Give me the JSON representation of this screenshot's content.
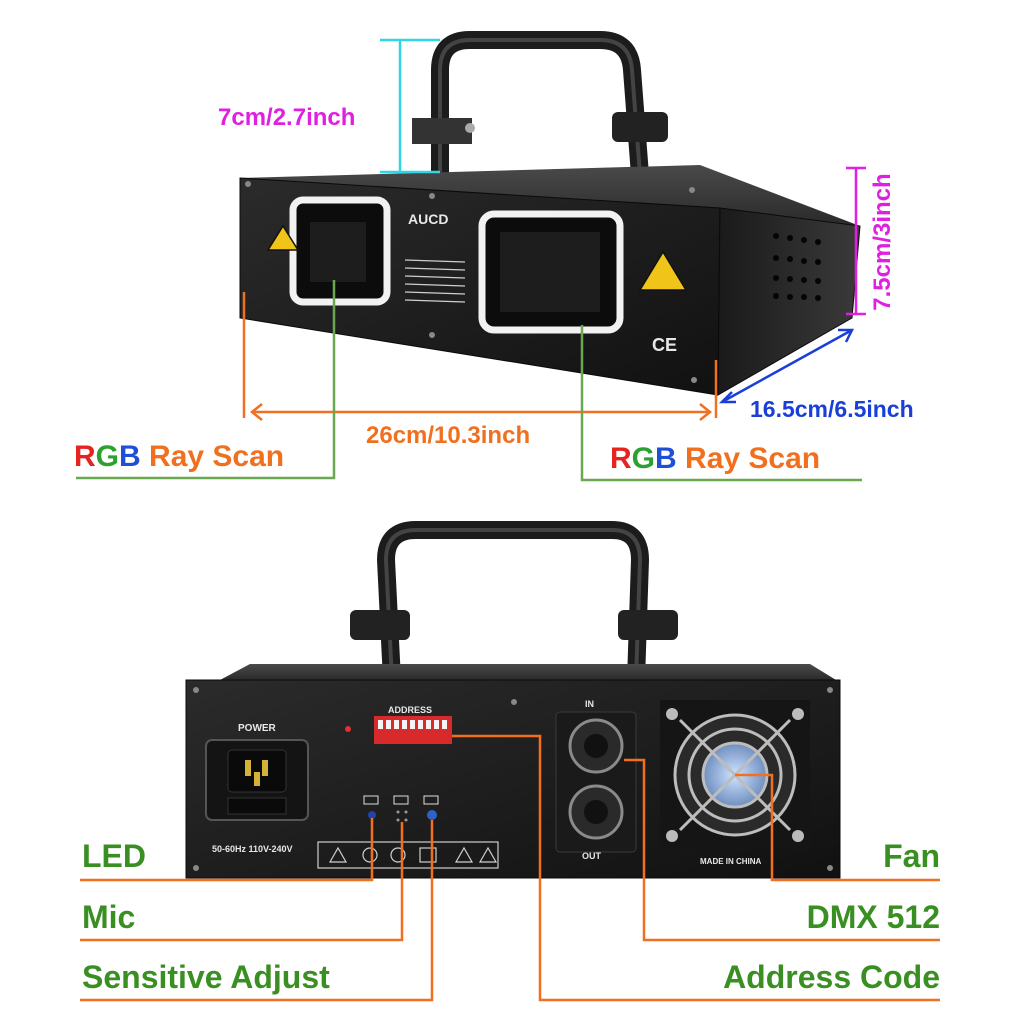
{
  "product_images": {
    "front_view": "laser-light-front-view",
    "rear_view": "laser-light-rear-view"
  },
  "front": {
    "brand_logo": "AUCD",
    "ce_mark": "CE",
    "dimensions": {
      "handle_height": "7cm/2.7inch",
      "height": "7.5cm/3inch",
      "width": "26cm/10.3inch",
      "depth": "16.5cm/6.5inch"
    },
    "features": [
      {
        "r": "R",
        "g": "G",
        "b": "B",
        "rest": "Ray Scan"
      },
      {
        "r": "R",
        "g": "G",
        "b": "B",
        "rest": "Ray Scan"
      }
    ]
  },
  "rear": {
    "power_label": "POWER",
    "address_label": "ADDRESS",
    "dmx_in_label": "IN",
    "dmx_out_label": "OUT",
    "voltage_label": "50-60Hz 110V-240V",
    "made_in_label": "MADE IN CHINA",
    "left_callouts": [
      "LED",
      "Mic",
      "Sensitive Adjust"
    ],
    "right_callouts": [
      "Fan",
      "DMX 512",
      "Address Code"
    ]
  },
  "colors": {
    "dim_pink": "#e020e0",
    "dim_orange": "#f07020",
    "dim_blue": "#1a3fd8",
    "callout_green": "#3a8f22",
    "line_cyan": "#2fd6e6",
    "line_green": "#6aa84f"
  }
}
